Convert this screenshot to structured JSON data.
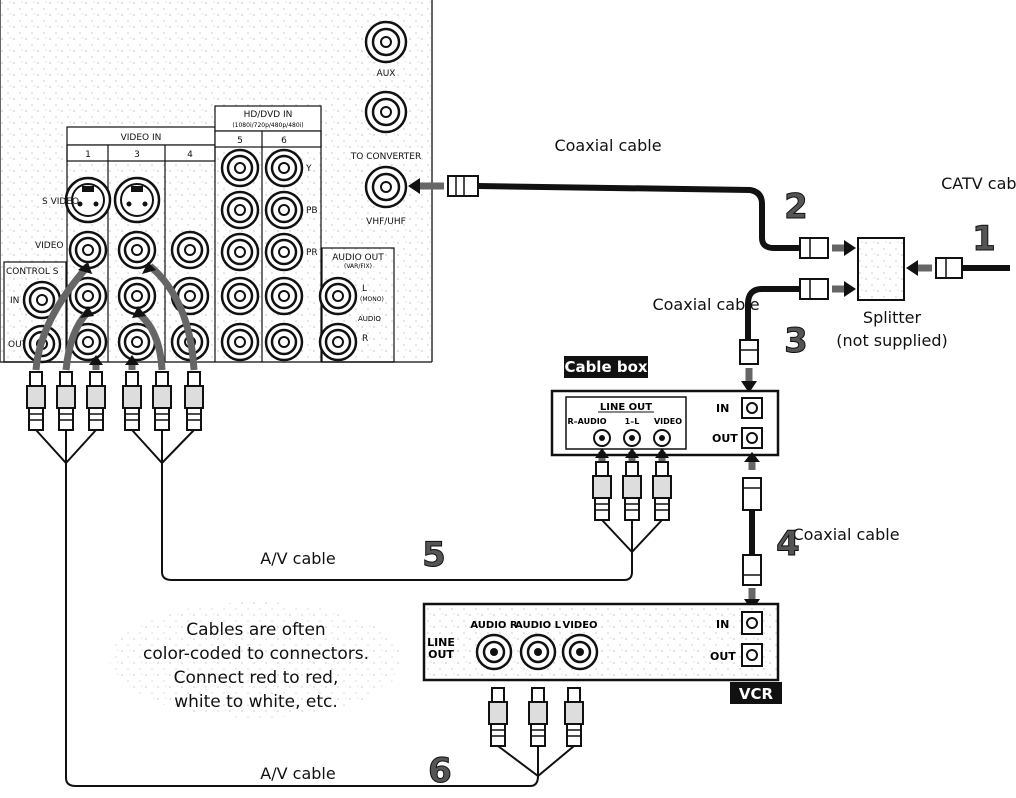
{
  "tv_panel": {
    "video_in": "VIDEO IN",
    "jack_1": "1",
    "jack_3": "3",
    "jack_4": "4",
    "hd_dvd_in": "HD/DVD IN",
    "hd_formats": "(1080i/720p/480p/480i)",
    "hd_5": "5",
    "hd_6": "6",
    "s_video": "S VIDEO",
    "video": "VIDEO",
    "control_s": "CONTROL S",
    "in": "IN",
    "out": "OUT",
    "y": "Y",
    "pb": "PB",
    "pr": "PR",
    "audio_out": "AUDIO OUT",
    "var_fix": "(VAR/FIX)",
    "l": "L",
    "mono": "(MONO)",
    "audio": "AUDIO",
    "r": "R",
    "aux": "AUX",
    "to_converter": "TO CONVERTER",
    "vhf_uhf": "VHF/UHF"
  },
  "labels": {
    "coaxial_cable_top": "Coaxial cable",
    "catv_cable": "CATV cable",
    "coaxial_cable_mid": "Coaxial cable",
    "splitter": "Splitter",
    "not_supplied": "(not supplied)",
    "coaxial_cable_low": "Coaxial cable",
    "av_cable_5": "A/V cable",
    "av_cable_6": "A/V cable"
  },
  "steps": {
    "s1": "1",
    "s2": "2",
    "s3": "3",
    "s4": "4",
    "s5": "5",
    "s6": "6"
  },
  "cable_box": {
    "tag": "Cable box",
    "line_out": "LINE OUT",
    "r_audio": "R–AUDIO",
    "l_audio": "1–L",
    "video": "VIDEO",
    "in": "IN",
    "out": "OUT"
  },
  "vcr": {
    "tag": "VCR",
    "audio_r": "AUDIO R",
    "audio_l": "AUDIO L",
    "video": "VIDEO",
    "line": "LINE",
    "out_small": "OUT",
    "in": "IN",
    "out": "OUT"
  },
  "note": {
    "line1": "Cables are often",
    "line2": "color-coded to connectors.",
    "line3": "Connect red to red,",
    "line4": "white to white, etc."
  }
}
